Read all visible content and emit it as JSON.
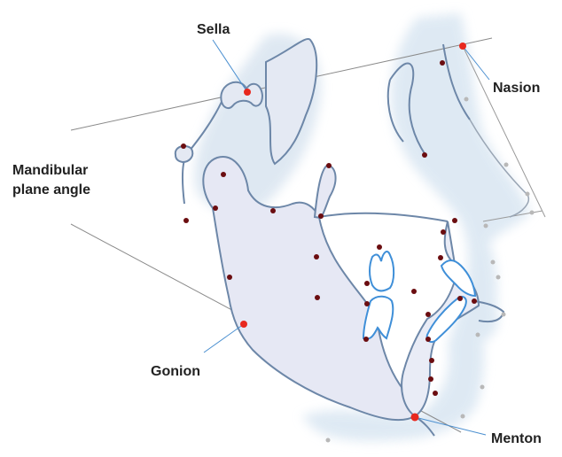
{
  "labels": {
    "sella": "Sella",
    "nasion": "Nasion",
    "mandibular_plane_angle_line1": "Mandibular",
    "mandibular_plane_angle_line2": "plane angle",
    "gonion": "Gonion",
    "menton": "Menton"
  },
  "colors": {
    "landmark_red": "#e8281e",
    "landmark_dark": "#6b0d10",
    "soft_tissue_point": "#b8b8b8",
    "outline": "#6d87a8",
    "tooth_outline": "#3f8fd8",
    "tissue_fill": "#dde8f3",
    "bone_fill": "#e8e9f4",
    "reference_line": "#8a8a8a",
    "leader_line": "#4a8fd0"
  }
}
